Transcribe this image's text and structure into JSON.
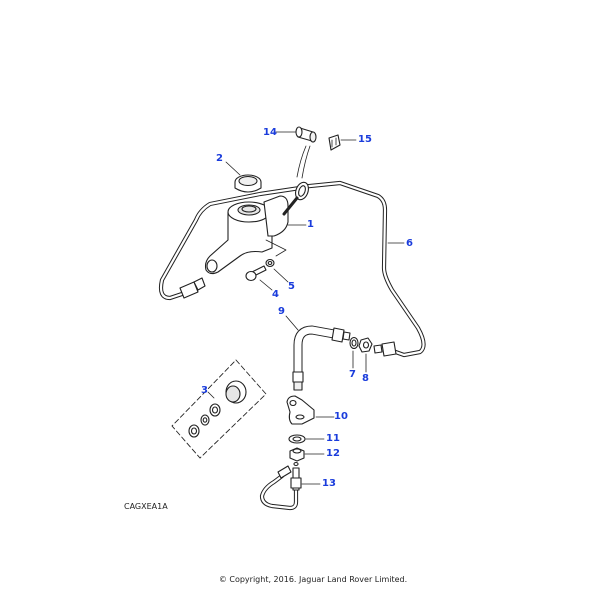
{
  "diagram": {
    "title": "Clutch master cylinder and pipes",
    "callouts": [
      {
        "id": "1",
        "label": "1"
      },
      {
        "id": "2",
        "label": "2"
      },
      {
        "id": "3",
        "label": "3"
      },
      {
        "id": "4",
        "label": "4"
      },
      {
        "id": "5",
        "label": "5"
      },
      {
        "id": "6",
        "label": "6"
      },
      {
        "id": "7",
        "label": "7"
      },
      {
        "id": "8",
        "label": "8"
      },
      {
        "id": "9",
        "label": "9"
      },
      {
        "id": "10",
        "label": "10"
      },
      {
        "id": "11",
        "label": "11"
      },
      {
        "id": "12",
        "label": "12"
      },
      {
        "id": "13",
        "label": "13"
      },
      {
        "id": "14",
        "label": "14"
      },
      {
        "id": "15",
        "label": "15"
      }
    ],
    "illustration_code": "CAGXEA1A",
    "copyright": "© Copyright, 2016. Jaguar Land Rover Limited.",
    "colors": {
      "callout": "#1a3cdc",
      "line": "#222222",
      "shade": "#e6e6e6"
    }
  }
}
